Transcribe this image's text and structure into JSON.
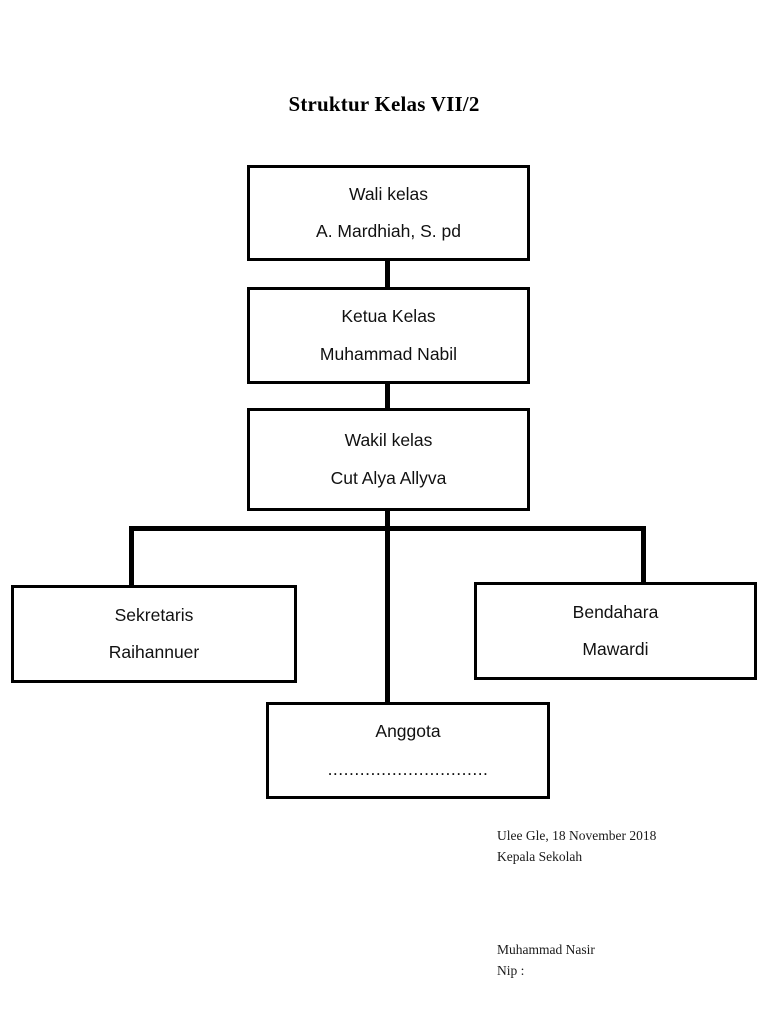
{
  "document": {
    "title": "Struktur Kelas VII/2"
  },
  "org_chart": {
    "type": "hierarchy",
    "nodes": [
      {
        "id": "wali-kelas",
        "role": "Wali kelas",
        "person": "A. Mardhiah, S. pd",
        "level": 1
      },
      {
        "id": "ketua-kelas",
        "role": "Ketua Kelas",
        "person": "Muhammad Nabil",
        "level": 2
      },
      {
        "id": "wakil-kelas",
        "role": "Wakil kelas",
        "person": "Cut Alya Allyva",
        "level": 3
      },
      {
        "id": "sekretaris",
        "role": "Sekretaris",
        "person": "Raihannuer",
        "level": 4
      },
      {
        "id": "bendahara",
        "role": "Bendahara",
        "person": "Mawardi",
        "level": 4
      },
      {
        "id": "anggota",
        "role": "Anggota",
        "person": "..............................",
        "level": 4
      }
    ],
    "edges": [
      {
        "from": "wali-kelas",
        "to": "ketua-kelas"
      },
      {
        "from": "ketua-kelas",
        "to": "wakil-kelas"
      },
      {
        "from": "wakil-kelas",
        "to": "sekretaris"
      },
      {
        "from": "wakil-kelas",
        "to": "bendahara"
      },
      {
        "from": "wakil-kelas",
        "to": "anggota"
      }
    ],
    "style": {
      "box_border_color": "#000000",
      "box_fill_color": "#ffffff",
      "line_color": "#000000",
      "text_color": "#111111"
    }
  },
  "signature": {
    "place_date": "Ulee Gle, 18 November 2018",
    "position": "Kepala Sekolah",
    "name": "Muhammad Nasir",
    "nip_label": "Nip :"
  }
}
